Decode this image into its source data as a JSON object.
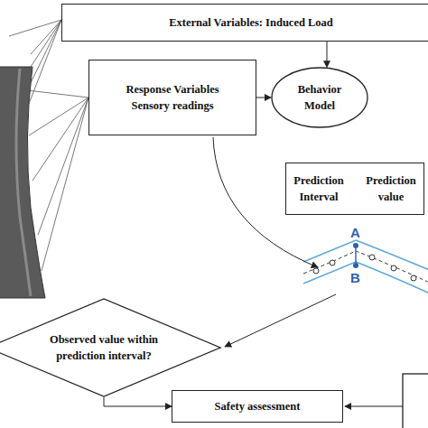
{
  "diagram": {
    "nodes": [
      {
        "text": [
          "External Variables: Induced Load"
        ]
      },
      {
        "text": [
          "Response Variables",
          "Sensory readings"
        ]
      },
      {
        "text": [
          "Behavior Model"
        ]
      },
      {
        "text": [
          "Prediction Interval",
          "Prediction value"
        ]
      },
      {
        "text": [
          "Observed value within prediction interval?"
        ]
      },
      {
        "text": [
          "Safety assessment"
        ]
      }
    ],
    "edges": [
      {
        "from": 0,
        "to": 2,
        "arrow": "to"
      },
      {
        "from": 1,
        "to": 2,
        "arrow": "to"
      },
      {
        "from": 4,
        "to": 5,
        "arrow": "to"
      }
    ],
    "labels": [
      "A",
      "B"
    ]
  }
}
